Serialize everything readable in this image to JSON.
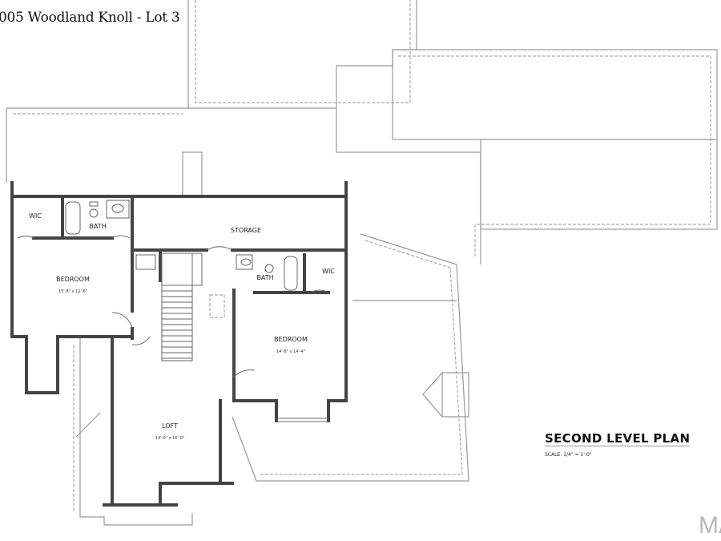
{
  "title": "005 Woodland Knoll - Lot 3",
  "plan": {
    "title": "SECOND LEVEL PLAN",
    "scale": "SCALE: 1/4\" = 1'-0\""
  },
  "rooms": {
    "wic_left": "WIC",
    "bath_left": "BATH",
    "storage": "STORAGE",
    "bedroom_left": {
      "label": "BEDROOM",
      "dims": "15'-8\" x 12'-6\""
    },
    "bath_right": "BATH",
    "wic_right": "WIC",
    "bedroom_right": {
      "label": "BEDROOM",
      "dims": "14'-8\" x 14'-4\""
    },
    "loft": {
      "label": "LOFT",
      "dims": "14'-0\" x 16'-0\""
    }
  },
  "watermark": "MA"
}
